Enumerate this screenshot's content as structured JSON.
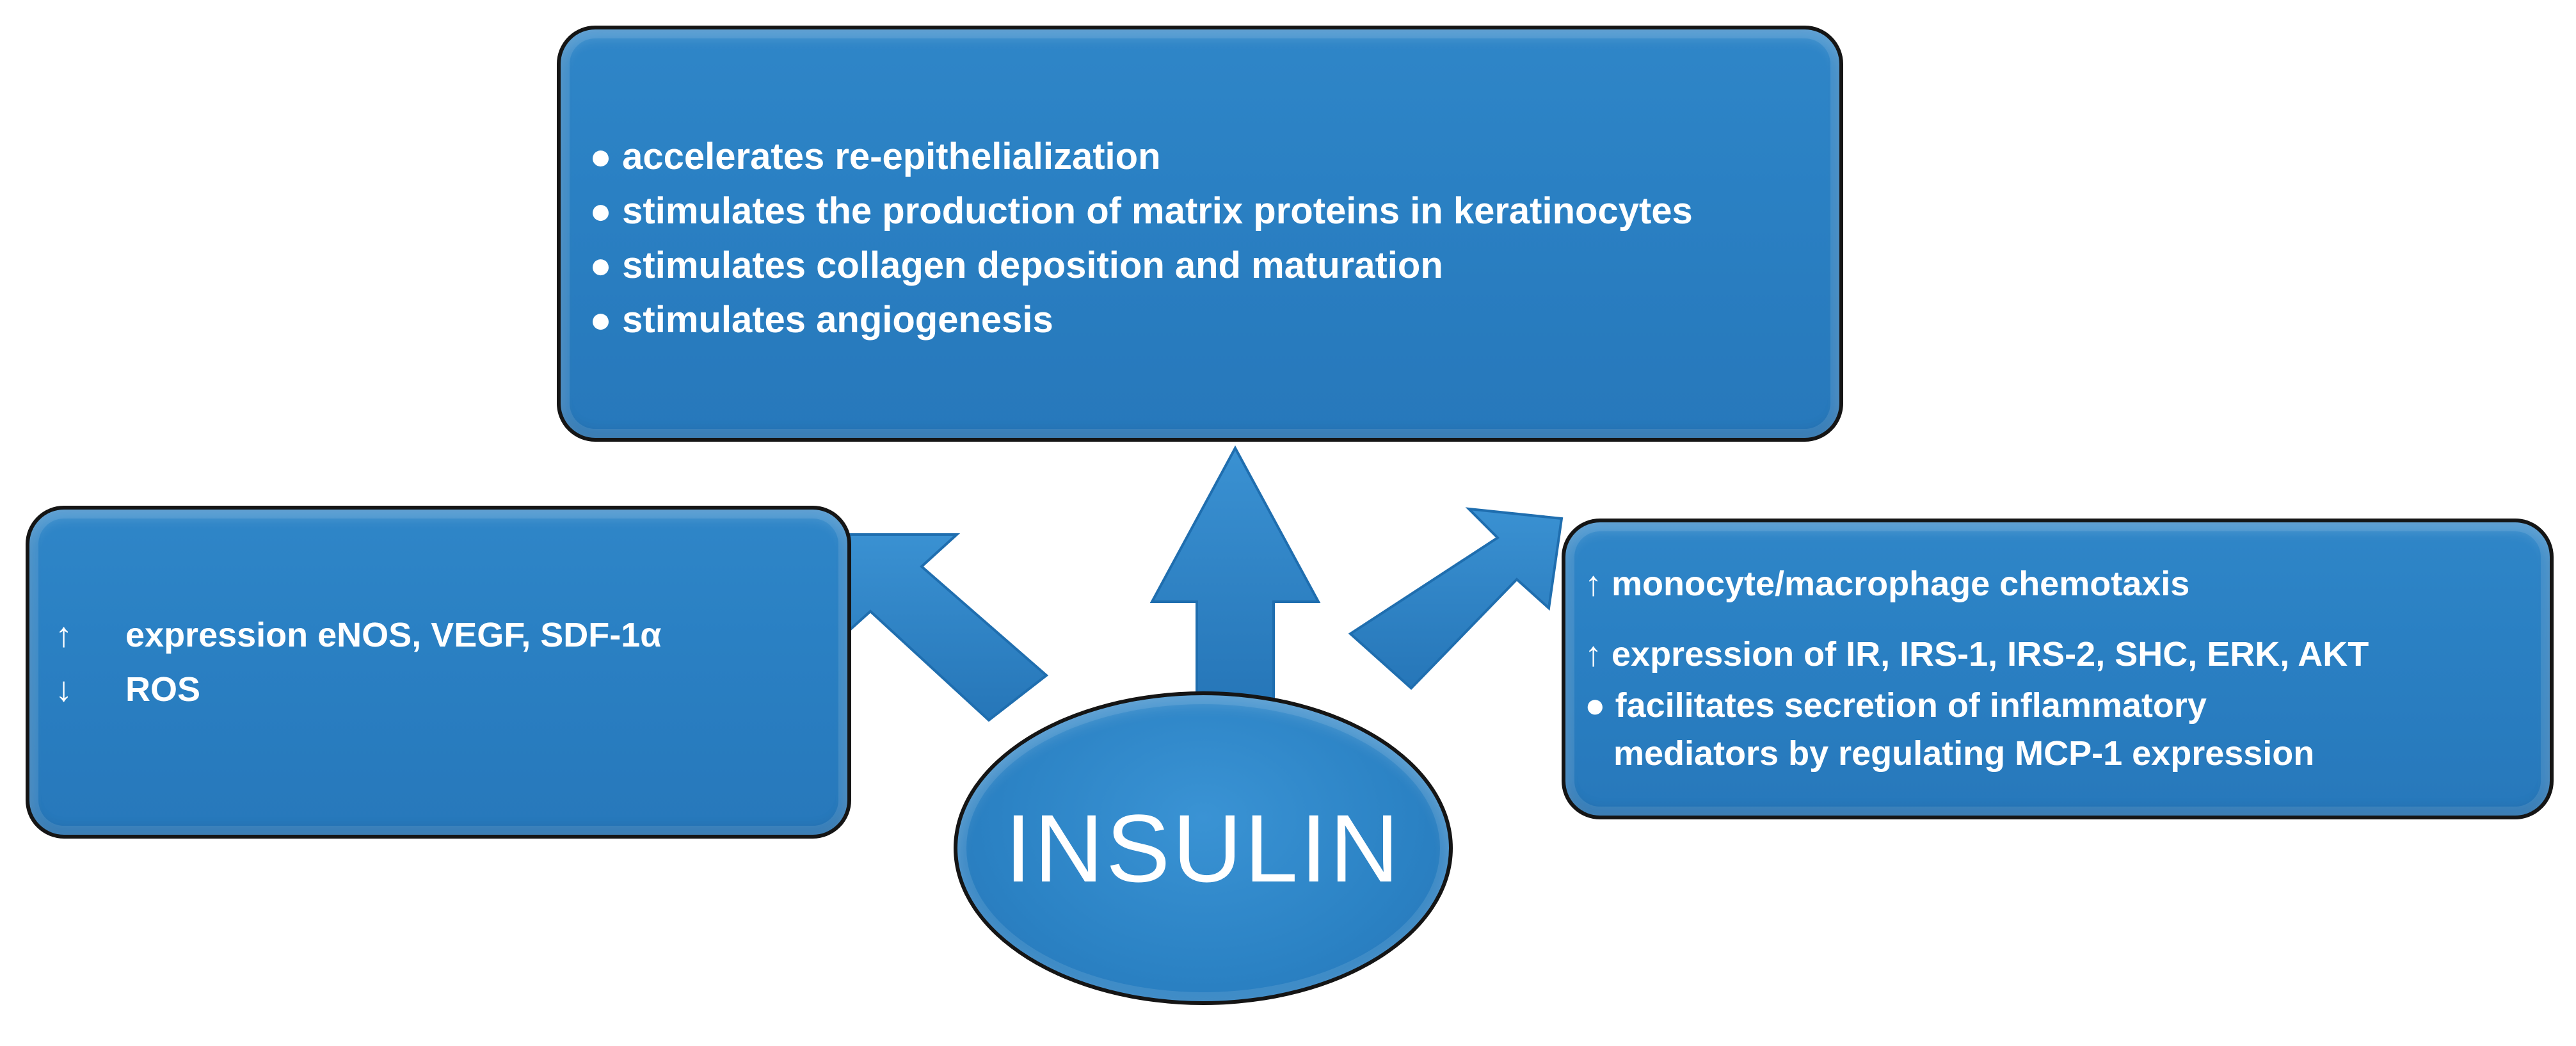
{
  "colors": {
    "fill": "#2a80c3",
    "border": "#151515",
    "text": "#ffffff"
  },
  "center": {
    "label": "INSULIN"
  },
  "top_box": {
    "items": [
      "● accelerates re-epithelialization",
      "● stimulates the production of matrix proteins in keratinocytes",
      "● stimulates collagen deposition and maturation",
      "● stimulates angiogenesis"
    ]
  },
  "left_box": {
    "items": [
      {
        "symbol": "↑",
        "text": "expression eNOS, VEGF,  SDF-1α"
      },
      {
        "symbol": "↓",
        "text": "ROS"
      }
    ]
  },
  "right_box": {
    "items": [
      "↑ monocyte/macrophage chemotaxis",
      "↑ expression of IR, IRS-1, IRS-2, SHC, ERK, AKT",
      "● facilitates secretion of inflammatory",
      "   mediators by regulating MCP-1 expression"
    ]
  }
}
